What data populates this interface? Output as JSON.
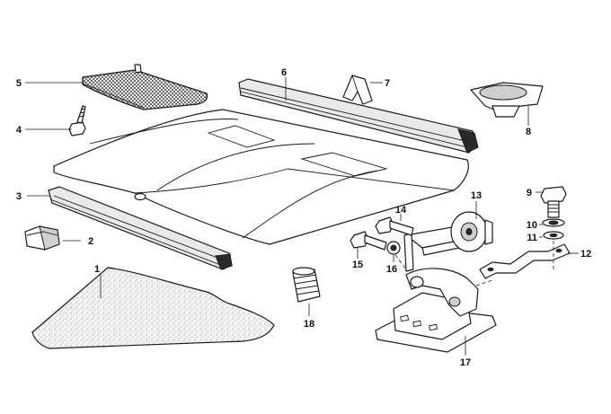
{
  "callouts": [
    {
      "id": "1",
      "label": "1"
    },
    {
      "id": "2",
      "label": "2"
    },
    {
      "id": "3",
      "label": "3"
    },
    {
      "id": "4",
      "label": "4"
    },
    {
      "id": "5",
      "label": "5"
    },
    {
      "id": "6",
      "label": "6"
    },
    {
      "id": "7",
      "label": "7"
    },
    {
      "id": "8",
      "label": "8"
    },
    {
      "id": "9",
      "label": "9"
    },
    {
      "id": "10",
      "label": "10"
    },
    {
      "id": "11",
      "label": "11"
    },
    {
      "id": "12",
      "label": "12"
    },
    {
      "id": "13",
      "label": "13"
    },
    {
      "id": "14",
      "label": "14"
    },
    {
      "id": "15",
      "label": "15"
    },
    {
      "id": "16",
      "label": "16"
    },
    {
      "id": "17",
      "label": "17"
    },
    {
      "id": "18",
      "label": "18"
    }
  ],
  "colors": {
    "line": "#1a1a1a",
    "background": "#ffffff",
    "shade": "#cfcfcf"
  }
}
